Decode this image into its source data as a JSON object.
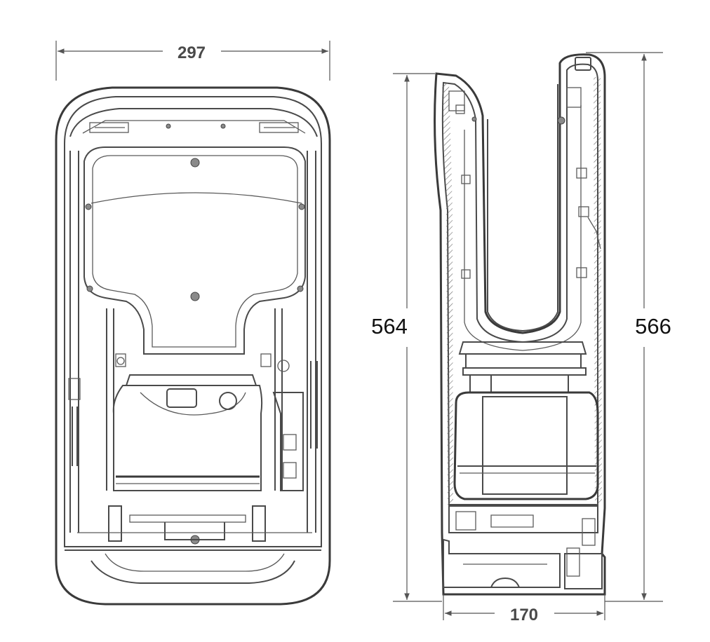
{
  "dimensions": {
    "width_front": "297",
    "height_left": "564",
    "height_right": "566",
    "depth_side": "170"
  },
  "colors": {
    "line": "#4a4a4a",
    "background": "#ffffff",
    "hatch": "#6a6a6a"
  }
}
